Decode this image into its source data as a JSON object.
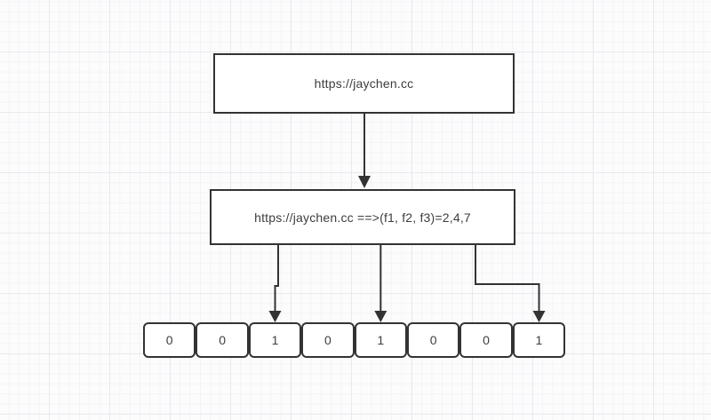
{
  "diagram": {
    "type": "flowchart",
    "nodes": {
      "url": {
        "label": "https://jaychen.cc"
      },
      "hash": {
        "label": "https://jaychen.cc ==>(f1, f2, f3)=2,4,7"
      }
    },
    "bit_array": {
      "cells": [
        "0",
        "0",
        "1",
        "0",
        "1",
        "0",
        "0",
        "1"
      ]
    },
    "arrows": [
      {
        "from": "url-node",
        "to": "hash-node"
      },
      {
        "from": "hash-node",
        "to": "bit-cell-2"
      },
      {
        "from": "hash-node",
        "to": "bit-cell-4"
      },
      {
        "from": "hash-node",
        "to": "bit-cell-7"
      }
    ],
    "colors": {
      "stroke": "#333333",
      "node_fill": "#ffffff",
      "text": "#3d3d3d",
      "background": "#fcfcfd",
      "grid_minor": "#f4f4f7",
      "grid_major": "#e9e9ee"
    }
  }
}
